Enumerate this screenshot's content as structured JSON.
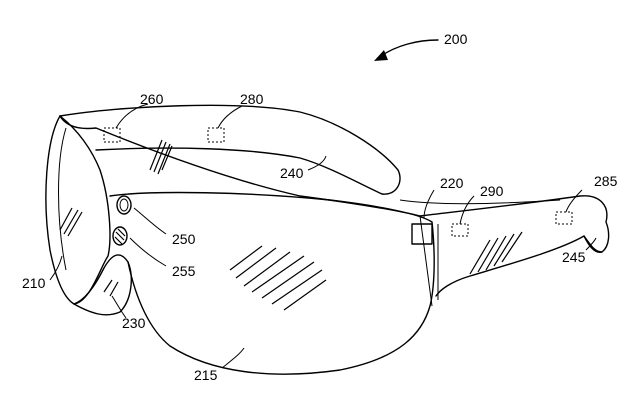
{
  "figure": {
    "labels": {
      "main": "200",
      "frame_top": "240",
      "left_arm_sensor": "260",
      "top_sensor": "280",
      "bridge": "220",
      "temple_sensor_a": "290",
      "temple_sensor_b": "285",
      "temple_tip": "245",
      "light_upper": "250",
      "light_lower": "255",
      "left_lens": "210",
      "nose": "230",
      "main_lens": "215"
    }
  }
}
